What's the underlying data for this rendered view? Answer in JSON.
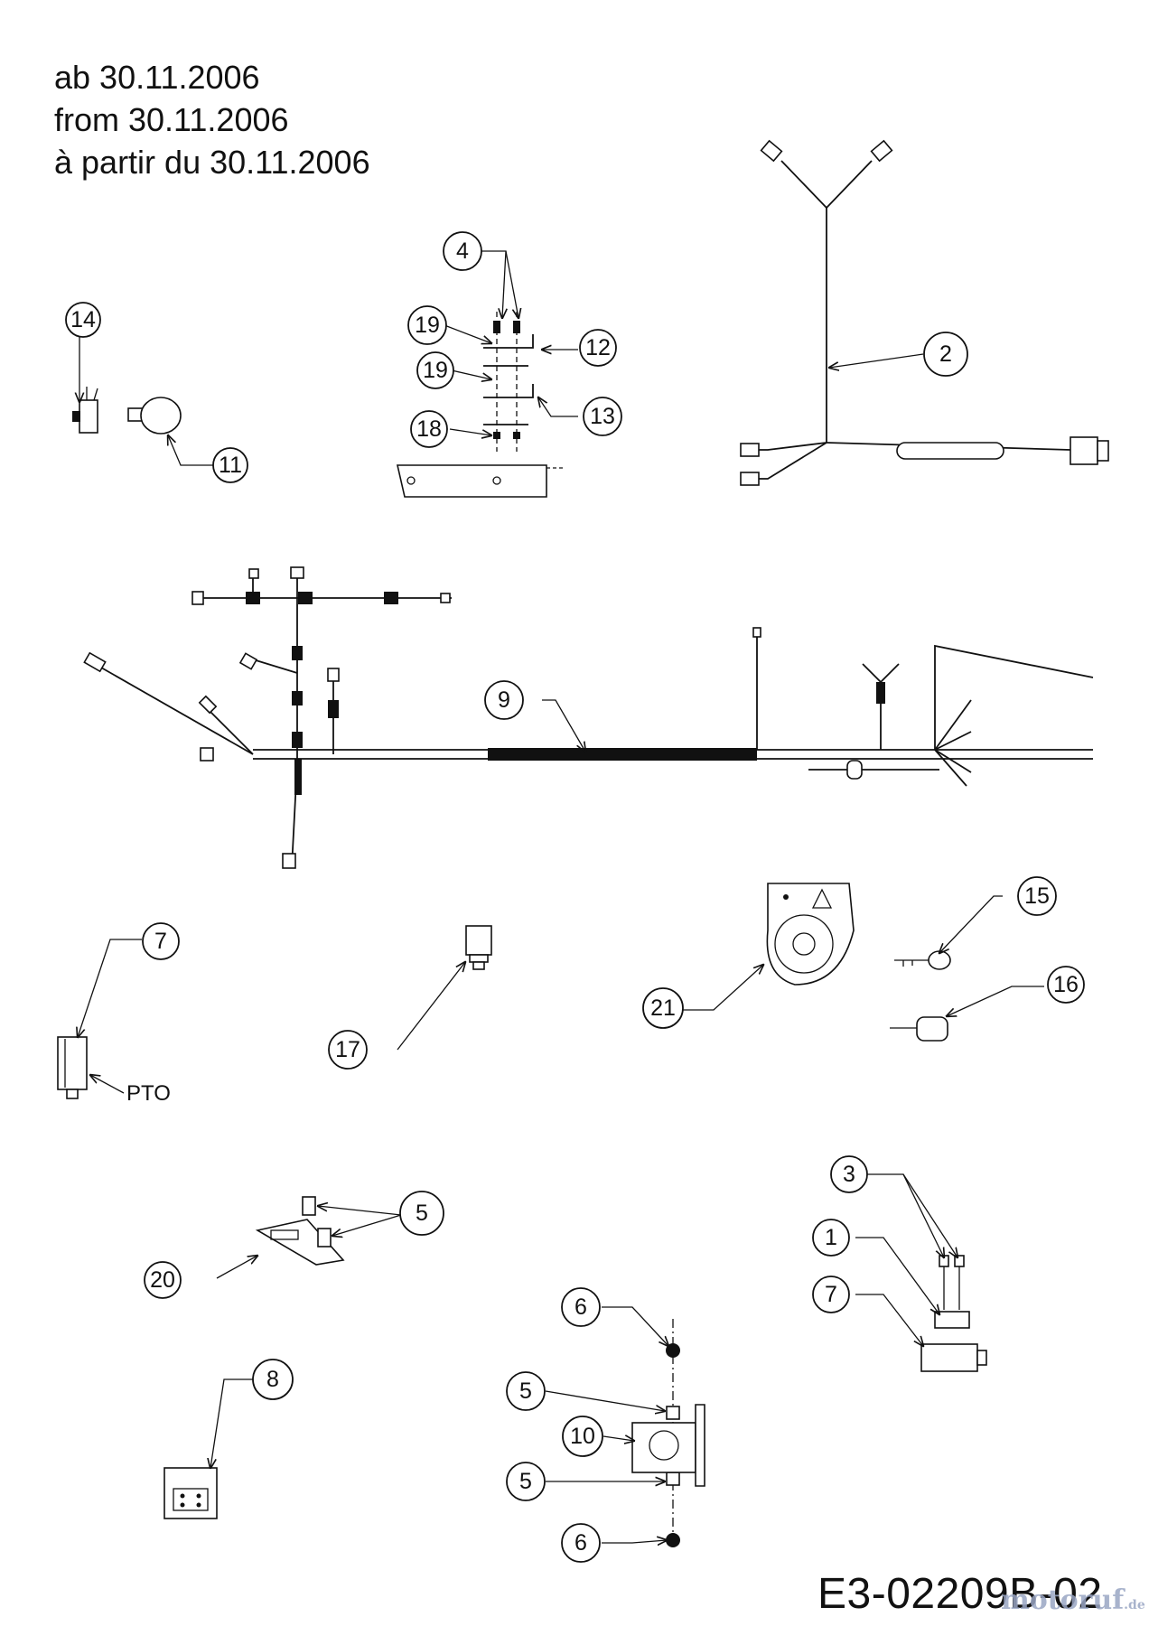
{
  "header": {
    "line_de": "ab 30.11.2006",
    "line_en": "from 30.11.2006",
    "line_fr": "à partir du 30.11.2006"
  },
  "drawing_number": "E3-02209B-02",
  "watermark": {
    "brand": "motoruf",
    "tld": ".de"
  },
  "labels": {
    "pto": "PTO"
  },
  "callouts": [
    "1",
    "2",
    "3",
    "4",
    "5",
    "6",
    "7",
    "8",
    "9",
    "10",
    "11",
    "12",
    "13",
    "14",
    "15",
    "16",
    "17",
    "18",
    "19",
    "20",
    "21"
  ]
}
